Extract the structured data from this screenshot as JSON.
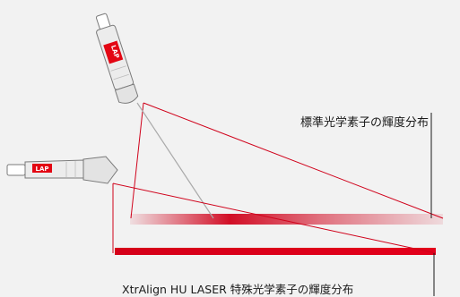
{
  "labels": {
    "standard": "標準光学素子の輝度分布",
    "special": "XtrAlign HU LASER 特殊光学素子の輝度分布"
  },
  "device": {
    "brand": "LAP"
  },
  "colors": {
    "background": "#f2f2f2",
    "laser_red": "#d0021b",
    "device_body": "#e6e6e6",
    "device_outline": "#7a7a7a",
    "logo_red": "#e30613"
  },
  "icons": {
    "laser_top": "laser-projector-icon",
    "laser_left": "laser-projector-icon",
    "logo": "lap-logo"
  }
}
